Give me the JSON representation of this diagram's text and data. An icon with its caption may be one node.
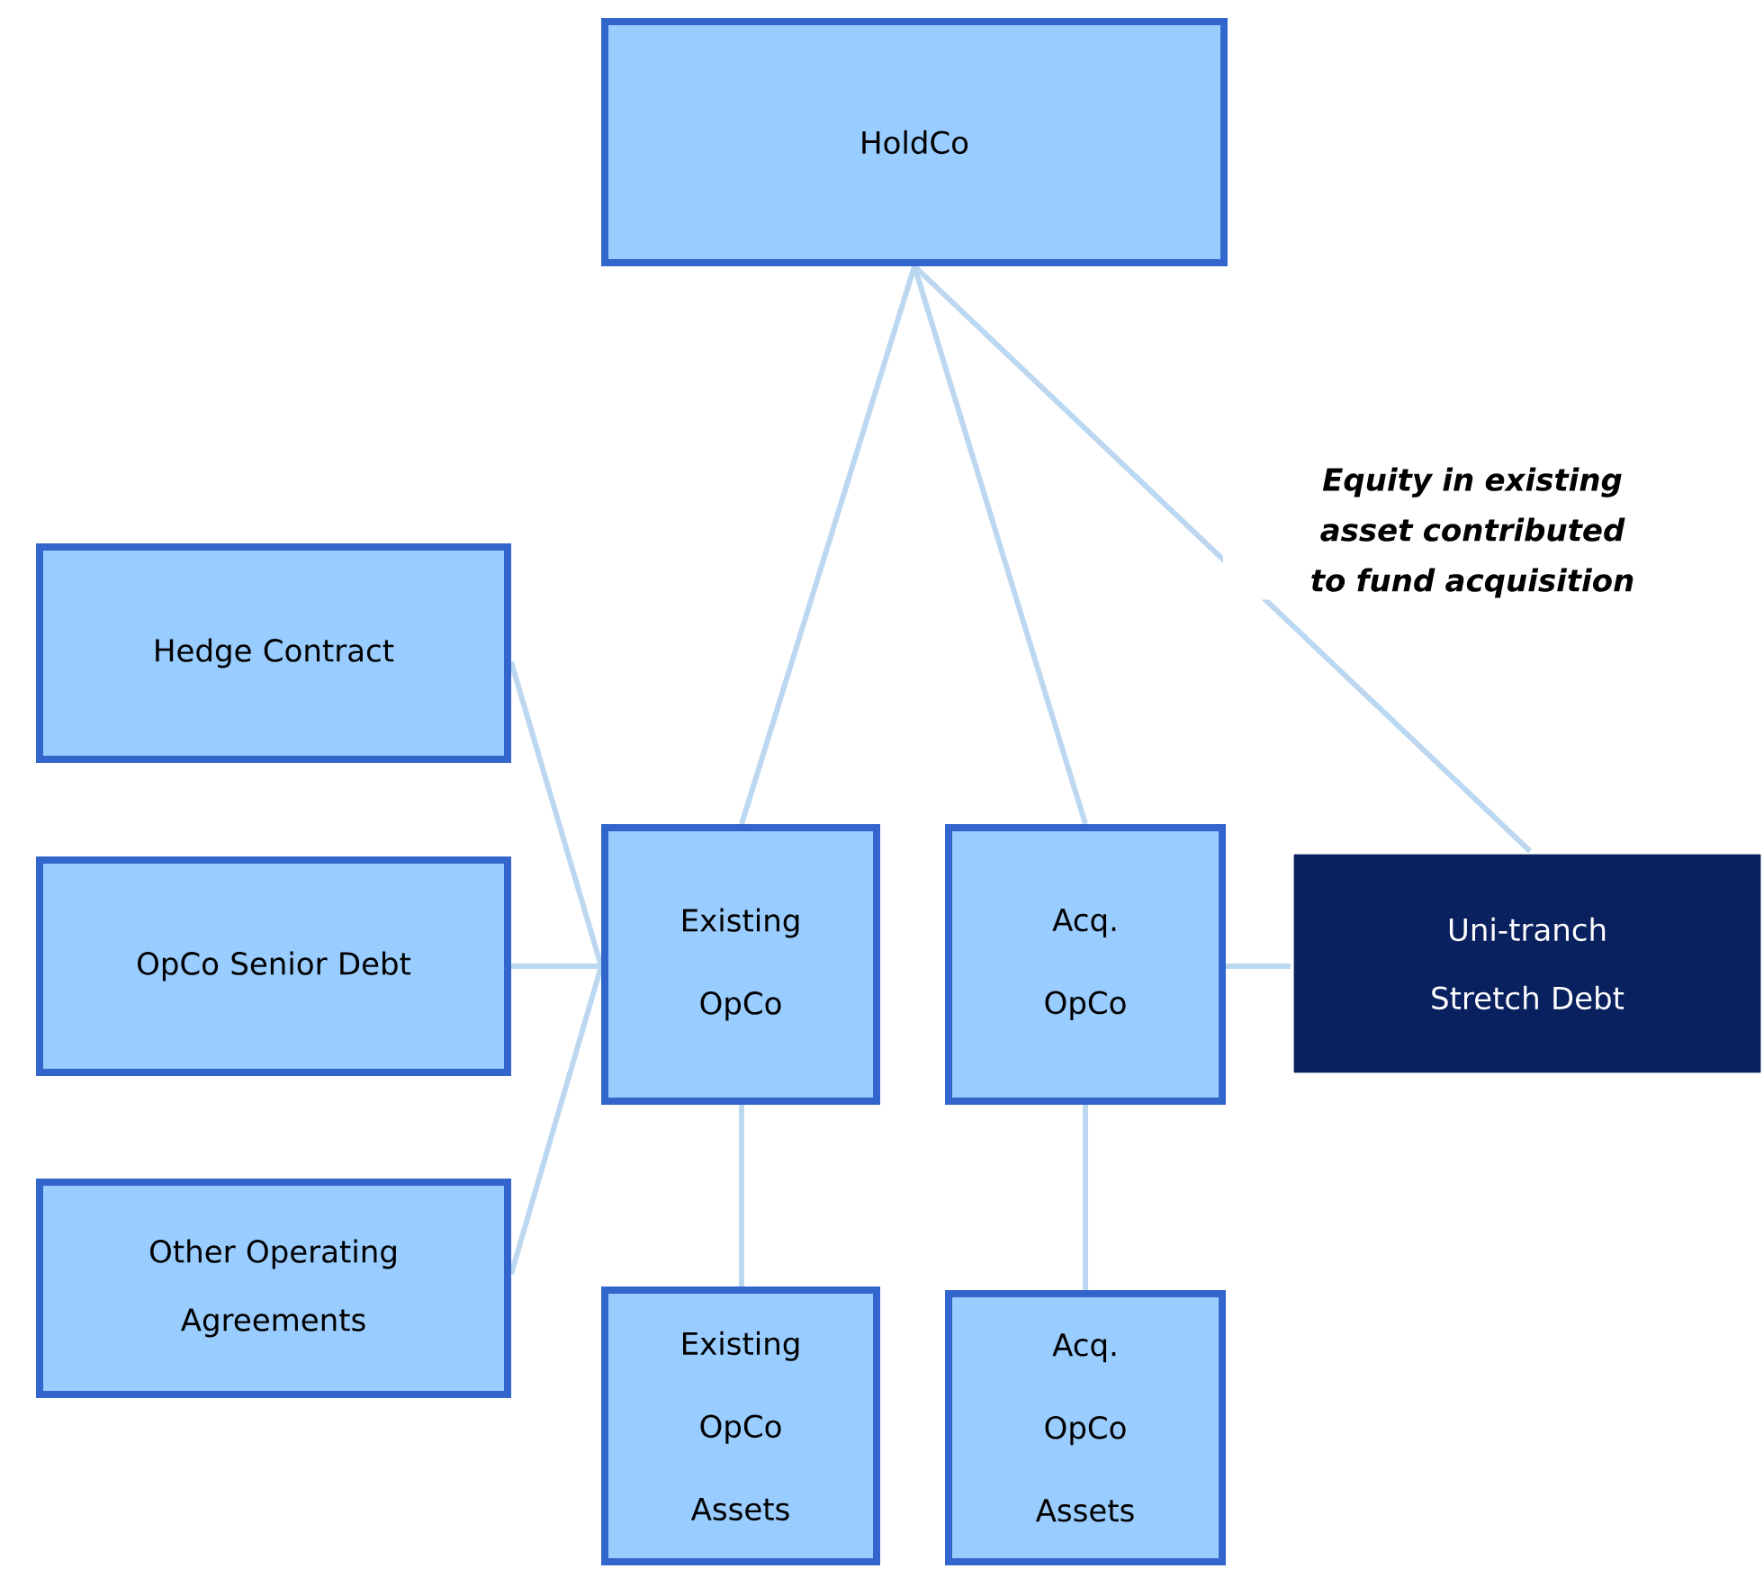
{
  "diagram": {
    "nodes": [
      {
        "text": [
          "HoldCo"
        ]
      },
      {
        "text": [
          "Hedge Contract"
        ]
      },
      {
        "text": [
          "OpCo Senior Debt"
        ]
      },
      {
        "text": [
          "Other Operating Agreements"
        ]
      },
      {
        "text": [
          "Existing OpCo"
        ]
      },
      {
        "text": [
          "Acq. OpCo"
        ]
      },
      {
        "text": [
          "Uni-tranch Stretch Debt"
        ]
      },
      {
        "text": [
          "Existing OpCo Assets"
        ]
      },
      {
        "text": [
          "Acq. OpCo Assets"
        ]
      }
    ],
    "edges": [
      {
        "from": 0,
        "to": 4,
        "arrow": "none"
      },
      {
        "from": 0,
        "to": 5,
        "arrow": "none"
      },
      {
        "from": 0,
        "to": 6,
        "arrow": "none",
        "label": "Equity in existing asset contributed to fund acquisition"
      },
      {
        "from": 1,
        "to": 4,
        "arrow": "none"
      },
      {
        "from": 2,
        "to": 4,
        "arrow": "none"
      },
      {
        "from": 3,
        "to": 4,
        "arrow": "none"
      },
      {
        "from": 4,
        "to": 7,
        "arrow": "none"
      },
      {
        "from": 5,
        "to": 8,
        "arrow": "none"
      },
      {
        "from": 5,
        "to": 6,
        "arrow": "none"
      }
    ]
  }
}
